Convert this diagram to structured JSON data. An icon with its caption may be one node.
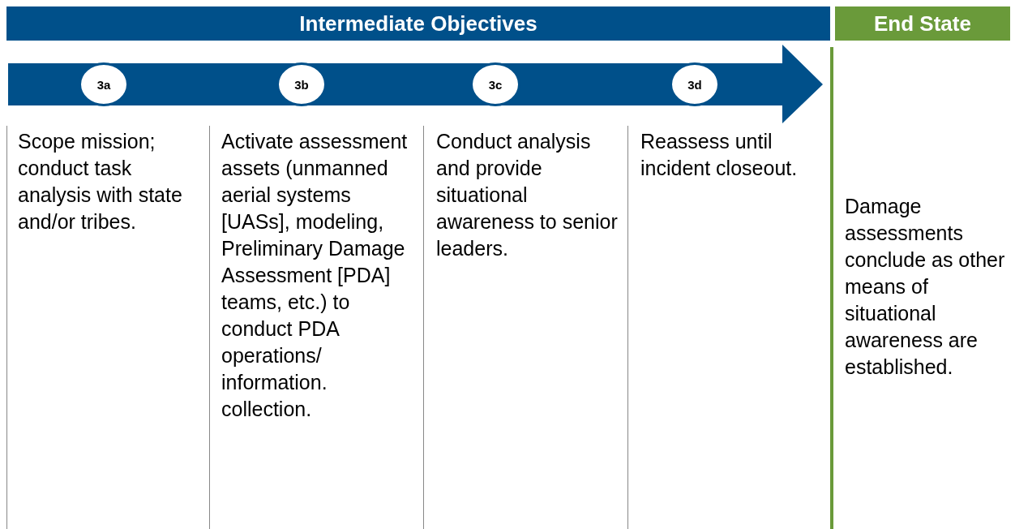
{
  "diagram": {
    "nodes": [
      {
        "text": [
          "Intermediate Objectives"
        ]
      },
      {
        "text": [
          "End State"
        ]
      },
      {
        "text": [
          "3a"
        ]
      },
      {
        "text": [
          "3b"
        ]
      },
      {
        "text": [
          "3c"
        ]
      },
      {
        "text": [
          "3d"
        ]
      }
    ],
    "edges": [],
    "labels": [
      "Scope mission; conduct task analysis with state and/or tribes.",
      "Activate assessment assets (unmanned aerial systems [UASs], modeling, Preliminary Damage Assessment [PDA] teams, etc.) to conduct PDA operations/ information. collection.",
      "Conduct analysis and provide situational awareness to senior leaders.",
      "Reassess until incident closeout.",
      "Damage assessments conclude as other means of situational awareness are established."
    ]
  }
}
